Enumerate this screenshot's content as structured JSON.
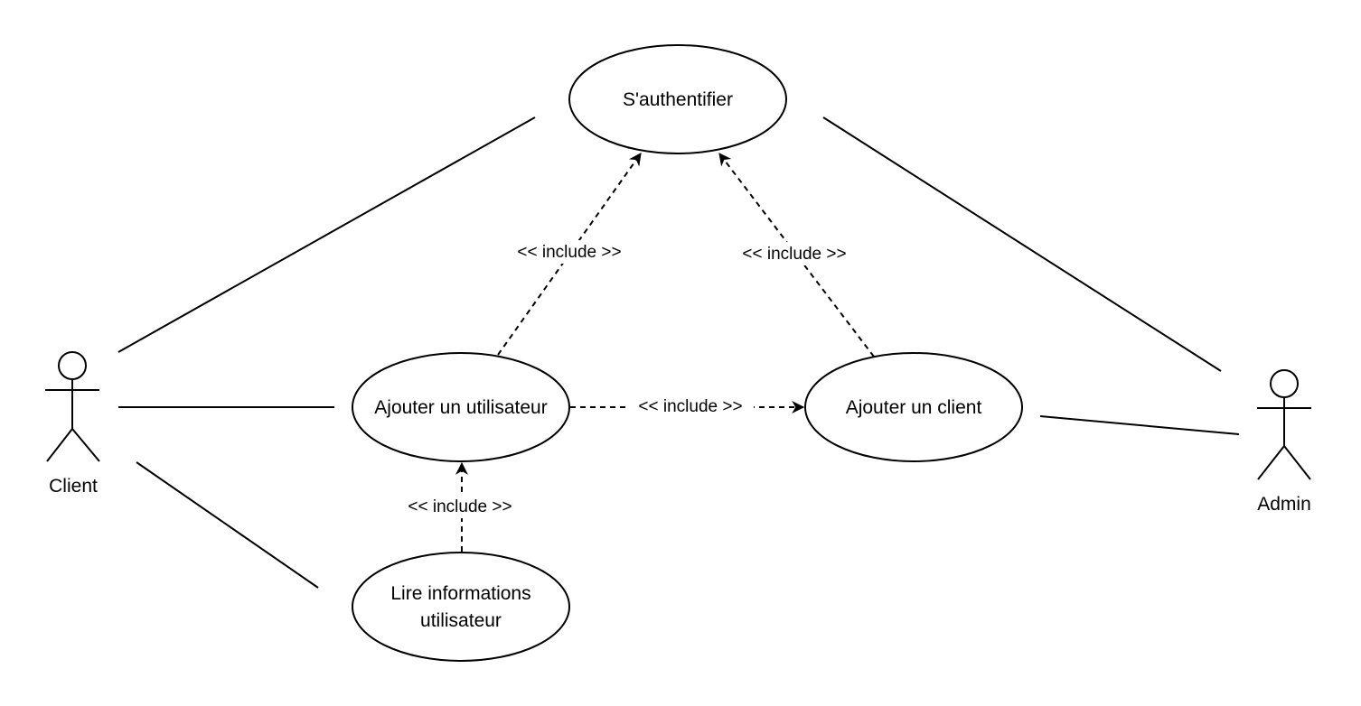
{
  "diagram": {
    "type": "use-case",
    "colors": {
      "line": "#000000",
      "background": "#ffffff"
    },
    "actors": [
      {
        "id": "client",
        "label": "Client"
      },
      {
        "id": "admin",
        "label": "Admin"
      }
    ],
    "use_cases": [
      {
        "id": "authentifier",
        "label": "S'authentifier"
      },
      {
        "id": "ajouter_utilisateur",
        "label": "Ajouter un utilisateur"
      },
      {
        "id": "ajouter_client",
        "label": "Ajouter un client"
      },
      {
        "id": "lire_informations",
        "label_line1": "Lire informations",
        "label_line2": "utilisateur"
      }
    ],
    "associations": [
      {
        "actor": "client",
        "use_case": "authentifier"
      },
      {
        "actor": "client",
        "use_case": "ajouter_utilisateur"
      },
      {
        "actor": "client",
        "use_case": "lire_informations"
      },
      {
        "actor": "admin",
        "use_case": "authentifier"
      },
      {
        "actor": "admin",
        "use_case": "ajouter_client"
      }
    ],
    "includes": [
      {
        "from": "ajouter_utilisateur",
        "to": "authentifier",
        "label": "<< include >>"
      },
      {
        "from": "ajouter_client",
        "to": "authentifier",
        "label": "<< include >>"
      },
      {
        "from": "ajouter_utilisateur",
        "to": "ajouter_client",
        "label": "<< include >>"
      },
      {
        "from": "lire_informations",
        "to": "ajouter_utilisateur",
        "label": "<< include >>"
      }
    ]
  }
}
